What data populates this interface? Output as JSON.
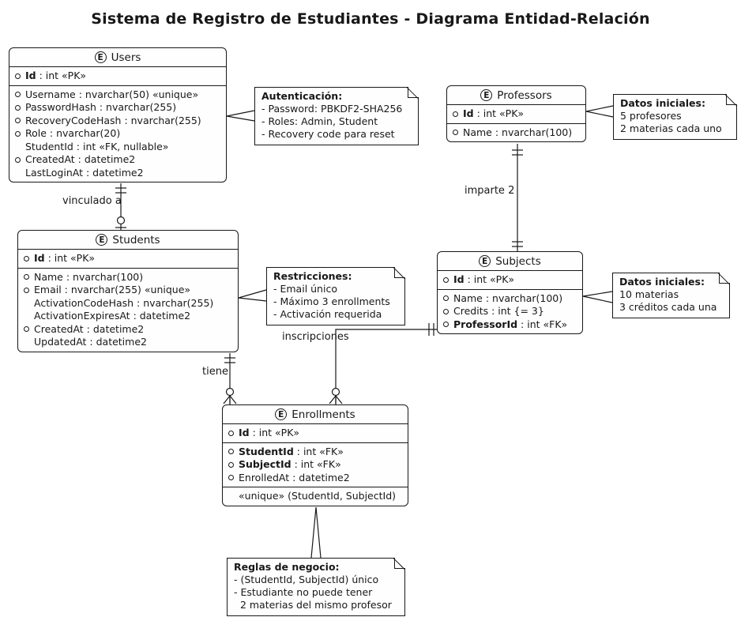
{
  "title": "Sistema de Registro de Estudiantes - Diagrama Entidad-Relación",
  "entities": {
    "users": {
      "icon": "E",
      "name": "Users",
      "pk": [
        {
          "c": 1,
          "b": 1,
          "n": "Id",
          "s": " : int «PK»"
        }
      ],
      "attrs": [
        {
          "c": 1,
          "b": 0,
          "n": "Username",
          "s": " : nvarchar(50) «unique»"
        },
        {
          "c": 1,
          "b": 0,
          "n": "PasswordHash",
          "s": " : nvarchar(255)"
        },
        {
          "c": 1,
          "b": 0,
          "n": "RecoveryCodeHash",
          "s": " : nvarchar(255)"
        },
        {
          "c": 1,
          "b": 0,
          "n": "Role",
          "s": " : nvarchar(20)"
        },
        {
          "c": 0,
          "b": 0,
          "n": "StudentId",
          "s": " : int «FK, nullable»"
        },
        {
          "c": 1,
          "b": 0,
          "n": "CreatedAt",
          "s": " : datetime2"
        },
        {
          "c": 0,
          "b": 0,
          "n": "LastLoginAt",
          "s": " : datetime2"
        }
      ]
    },
    "professors": {
      "icon": "E",
      "name": "Professors",
      "pk": [
        {
          "c": 1,
          "b": 1,
          "n": "Id",
          "s": " : int «PK»"
        }
      ],
      "attrs": [
        {
          "c": 1,
          "b": 0,
          "n": "Name",
          "s": " : nvarchar(100)"
        }
      ]
    },
    "students": {
      "icon": "E",
      "name": "Students",
      "pk": [
        {
          "c": 1,
          "b": 1,
          "n": "Id",
          "s": " : int «PK»"
        }
      ],
      "attrs": [
        {
          "c": 1,
          "b": 0,
          "n": "Name",
          "s": " : nvarchar(100)"
        },
        {
          "c": 1,
          "b": 0,
          "n": "Email",
          "s": " : nvarchar(255) «unique»"
        },
        {
          "c": 0,
          "b": 0,
          "n": "ActivationCodeHash",
          "s": " : nvarchar(255)"
        },
        {
          "c": 0,
          "b": 0,
          "n": "ActivationExpiresAt",
          "s": " : datetime2"
        },
        {
          "c": 1,
          "b": 0,
          "n": "CreatedAt",
          "s": " : datetime2"
        },
        {
          "c": 0,
          "b": 0,
          "n": "UpdatedAt",
          "s": " : datetime2"
        }
      ]
    },
    "subjects": {
      "icon": "E",
      "name": "Subjects",
      "pk": [
        {
          "c": 1,
          "b": 1,
          "n": "Id",
          "s": " : int «PK»"
        }
      ],
      "attrs": [
        {
          "c": 1,
          "b": 0,
          "n": "Name",
          "s": " : nvarchar(100)"
        },
        {
          "c": 1,
          "b": 0,
          "n": "Credits",
          "s": " : int {= 3}"
        },
        {
          "c": 1,
          "b": 1,
          "n": "ProfessorId",
          "s": " : int «FK»"
        }
      ]
    },
    "enrollments": {
      "icon": "E",
      "name": "Enrollments",
      "pk": [
        {
          "c": 1,
          "b": 1,
          "n": "Id",
          "s": " : int «PK»"
        }
      ],
      "attrs": [
        {
          "c": 1,
          "b": 1,
          "n": "StudentId",
          "s": " : int «FK»"
        },
        {
          "c": 1,
          "b": 1,
          "n": "SubjectId",
          "s": " : int «FK»"
        },
        {
          "c": 1,
          "b": 0,
          "n": "EnrolledAt",
          "s": " : datetime2"
        }
      ],
      "extra": [
        {
          "c": 0,
          "b": 0,
          "n": "",
          "s": "«unique» (StudentId, SubjectId)"
        }
      ]
    }
  },
  "notes": {
    "auth": {
      "title": "Autenticación:",
      "lines": [
        "- Password: PBKDF2-SHA256",
        "- Roles: Admin, Student",
        "- Recovery code para reset"
      ]
    },
    "prof_data": {
      "title": "Datos iniciales:",
      "lines": [
        "5 profesores",
        "2 materias cada uno"
      ]
    },
    "constraints": {
      "title": "Restricciones:",
      "lines": [
        "- Email único",
        "- Máximo 3 enrollments",
        "- Activación requerida"
      ]
    },
    "subj_data": {
      "title": "Datos iniciales:",
      "lines": [
        "10 materias",
        "3 créditos cada una"
      ]
    },
    "rules": {
      "title": "Reglas de negocio:",
      "lines": [
        "- (StudentId, SubjectId) único",
        "- Estudiante no puede tener",
        "  2 materias del mismo profesor"
      ]
    }
  },
  "relations": {
    "users_students": "vinculado a",
    "professors_subjects": "imparte 2",
    "students_enrollments": "tiene",
    "subjects_enrollments": "inscripciones"
  },
  "colors": {
    "line": "#181818",
    "fill": "#FEFEFE",
    "background": "#FFFFFF"
  }
}
